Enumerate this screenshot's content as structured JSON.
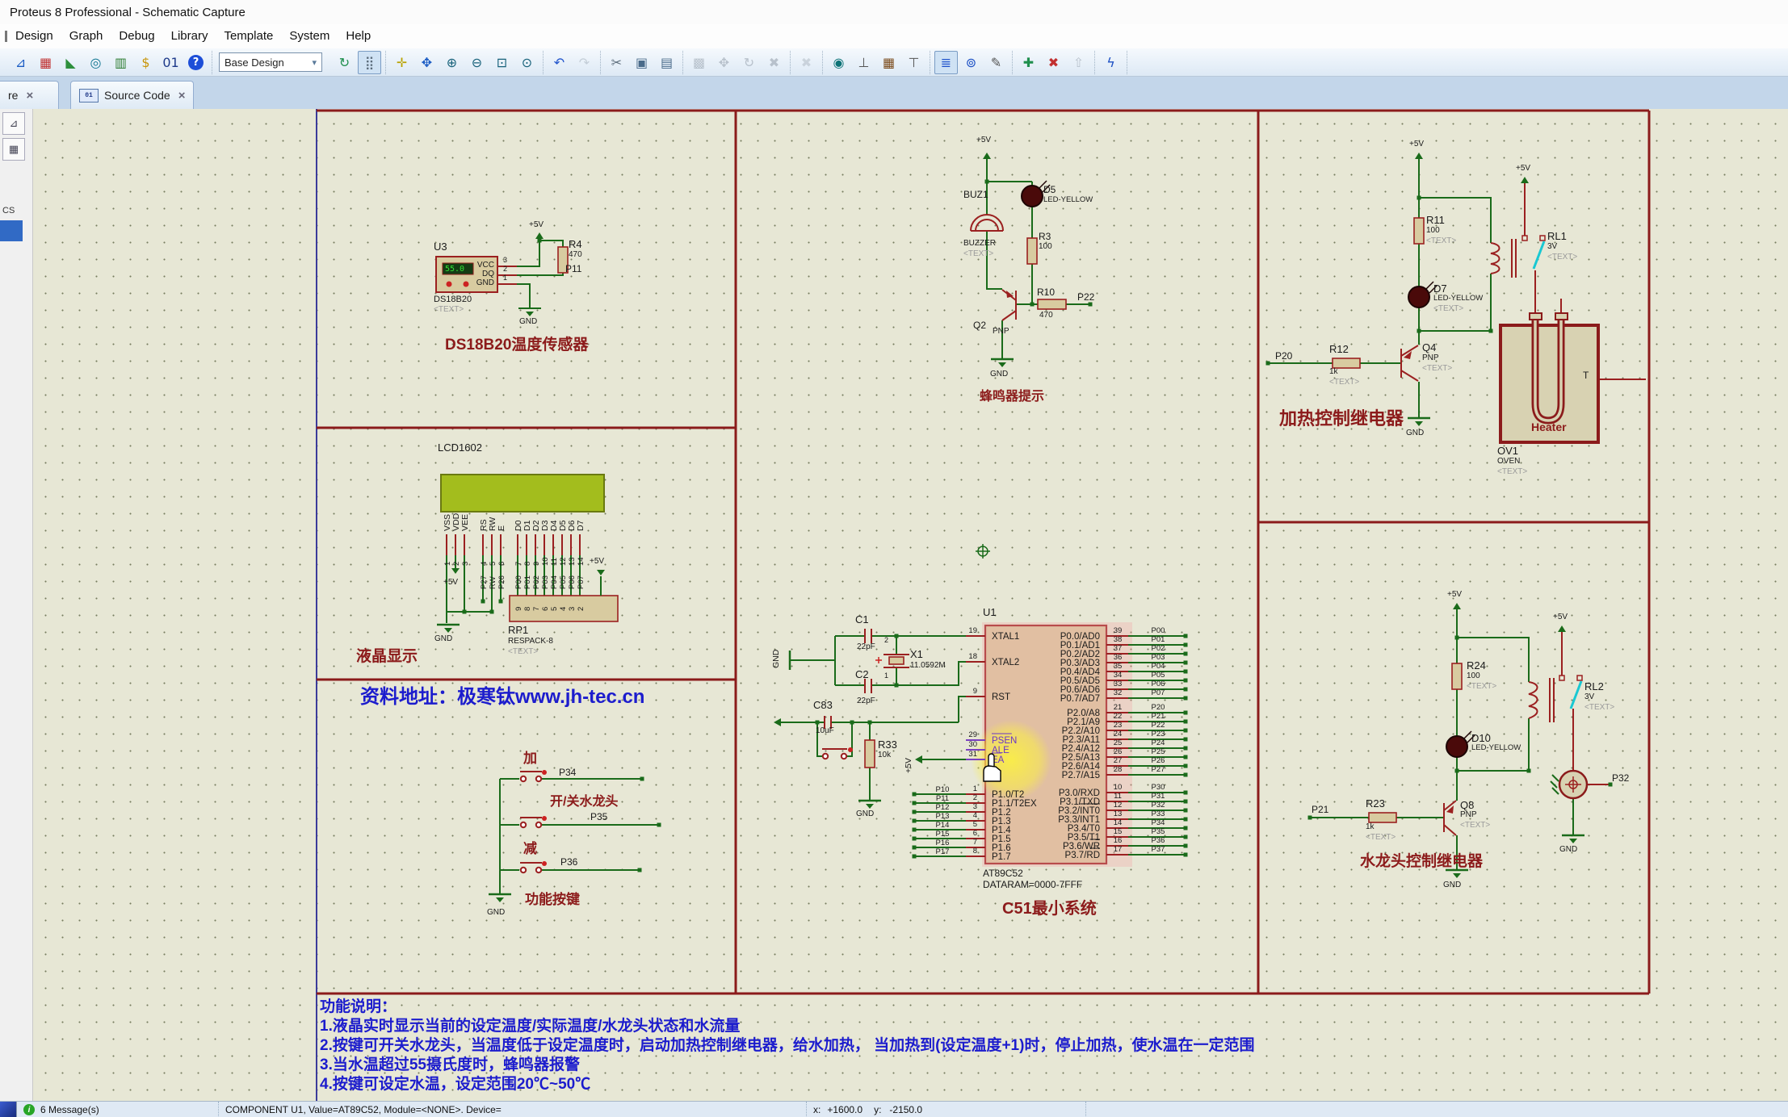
{
  "window": {
    "title": "Proteus 8 Professional - Schematic Capture"
  },
  "menu": {
    "items": [
      "Design",
      "Graph",
      "Debug",
      "Library",
      "Template",
      "System",
      "Help"
    ]
  },
  "toolbar": {
    "combo_value": "Base Design",
    "groups": [
      [
        {
          "n": "schematic-capture-icon",
          "g": "⊿",
          "c": "#1b5cc4"
        },
        {
          "n": "pcb-layout-icon",
          "g": "▦",
          "c": "#c03232"
        },
        {
          "n": "3d-visualizer-icon",
          "g": "◣",
          "c": "#2d8f3c"
        },
        {
          "n": "gerber-viewer-icon",
          "g": "◎",
          "c": "#0e7490"
        },
        {
          "n": "design-explorer-icon",
          "g": "▥",
          "c": "#2e7d32"
        },
        {
          "n": "bom-icon",
          "g": "$",
          "c": "#c8950a"
        },
        {
          "n": "source-code-icon",
          "g": "01",
          "c": "#1e3a8a"
        },
        {
          "n": "help-icon",
          "g": "?",
          "c": "#ffffff",
          "help": true
        }
      ],
      [
        {
          "n": "refresh-icon",
          "g": "↻",
          "c": "#1f8f4d"
        },
        {
          "n": "grid-toggle-icon",
          "g": "⣿",
          "c": "#5a6b7a",
          "p": true
        }
      ],
      [
        {
          "n": "origin-icon",
          "g": "✛",
          "c": "#b8a100"
        },
        {
          "n": "pan-icon",
          "g": "✥",
          "c": "#1b5cc4"
        },
        {
          "n": "zoom-in-icon",
          "g": "⊕",
          "c": "#17617a"
        },
        {
          "n": "zoom-out-icon",
          "g": "⊖",
          "c": "#17617a"
        },
        {
          "n": "zoom-area-icon",
          "g": "⊡",
          "c": "#17617a"
        },
        {
          "n": "zoom-sheet-icon",
          "g": "⊙",
          "c": "#17617a"
        }
      ],
      [
        {
          "n": "undo-icon",
          "g": "↶",
          "c": "#2255cc"
        },
        {
          "n": "redo-icon",
          "g": "↷",
          "c": "#8a97a5",
          "x": true
        }
      ],
      [
        {
          "n": "cut-icon",
          "g": "✂",
          "c": "#5a6b7a"
        },
        {
          "n": "copy-icon",
          "g": "▣",
          "c": "#4a6b8a"
        },
        {
          "n": "paste-icon",
          "g": "▤",
          "c": "#4a6b8a"
        }
      ],
      [
        {
          "n": "block-copy-icon",
          "g": "▩",
          "c": "#6a7684",
          "x": true
        },
        {
          "n": "block-move-icon",
          "g": "✥",
          "c": "#6a7684",
          "x": true
        },
        {
          "n": "block-rotate-icon",
          "g": "↻",
          "c": "#6a7684",
          "x": true
        },
        {
          "n": "block-delete-icon",
          "g": "✖",
          "c": "#6a7684",
          "x": true
        }
      ],
      [
        {
          "n": "disabled-icon",
          "g": "✖",
          "c": "#9aa4ae",
          "x": true
        }
      ],
      [
        {
          "n": "zoom-select-icon",
          "g": "◉",
          "c": "#0d7377"
        },
        {
          "n": "terminal-tool-icon",
          "g": "⊥",
          "c": "#555555"
        },
        {
          "n": "mesh-tool-icon",
          "g": "▦",
          "c": "#7a4a1a"
        },
        {
          "n": "hammer-tool-icon",
          "g": "⊤",
          "c": "#555555"
        }
      ],
      [
        {
          "n": "wire-autoroute-icon",
          "g": "≣",
          "c": "#2255cc",
          "p": true
        },
        {
          "n": "search-icon",
          "g": "⊚",
          "c": "#1b4fc4"
        },
        {
          "n": "property-tool-icon",
          "g": "✎",
          "c": "#555555"
        }
      ],
      [
        {
          "n": "new-sheet-icon",
          "g": "✚",
          "c": "#1f8f4d"
        },
        {
          "n": "remove-sheet-icon",
          "g": "✖",
          "c": "#c23030"
        },
        {
          "n": "goto-parent-icon",
          "g": "⇧",
          "c": "#6a7684",
          "x": true
        }
      ],
      [
        {
          "n": "erc-icon",
          "g": "ϟ",
          "c": "#1b4fc4"
        }
      ]
    ]
  },
  "tabs": {
    "partial_label": "re",
    "source_label": "Source Code",
    "close_glyph": "×",
    "code_icon": "01"
  },
  "sidepanel": {
    "cs": "CS",
    "buttons": [
      {
        "n": "selector-mode-icon",
        "g": "⊿"
      },
      {
        "n": "component-mode-icon",
        "g": "▦"
      }
    ]
  },
  "status": {
    "info_glyph": "i",
    "messages": "6 Message(s)",
    "component": "COMPONENT U1, Value=AT89C52, Module=<NONE>. Device=",
    "x_label": "x:",
    "x_value": "+1600.0",
    "y_label": "y:",
    "y_value": "-2150.0"
  },
  "sch": {
    "p5v": "+5V",
    "gnd": "GND",
    "titles": {
      "t1": "DS18B20温度传感器",
      "t2": "液晶显示",
      "t3": "功能按键",
      "t4": "蜂鸣器提示",
      "t5": "C51最小系统",
      "t6": "加热控制继电器",
      "t7": "水龙头控制继电器",
      "watermark": "资料地址：极寒钛www.jh-tec.cn"
    },
    "notes": {
      "h": "功能说明：",
      "l1": "1.液晶实时显示当前的设定温度/实际温度/水龙头状态和水流量",
      "l2": "2.按键可开关水龙头，当温度低于设定温度时，启动加热控制继电器，给水加热， 当加热到(设定温度+1)时，停止加热，使水温在一定范围",
      "l3": "3.当水温超过55摄氏度时，蜂鸣器报警",
      "l4": "4.按键可设定水温，设定范围20℃~50℃"
    },
    "ds": {
      "ref": "U3",
      "display": "55.0",
      "part": "DS18B20",
      "text": "<TEXT>",
      "pins": [
        "VCC",
        "DQ",
        "GND"
      ],
      "nums": [
        "3",
        "2",
        "1"
      ],
      "r4_ref": "R4",
      "r4_val": "470",
      "net": "P11"
    },
    "lcd": {
      "ref": "LCD1602",
      "text": "<TEXT>",
      "rp1_ref": "RP1",
      "rp1_part": "RESPACK-8",
      "pins": [
        {
          "name": "VSS",
          "num": "1",
          "net": ""
        },
        {
          "name": "VDD",
          "num": "2",
          "net": ""
        },
        {
          "name": "VEE",
          "num": "3",
          "net": ""
        },
        {
          "name": "RS",
          "num": "4",
          "net": "P27"
        },
        {
          "name": "RW",
          "num": "5",
          "net": "RW"
        },
        {
          "name": "E",
          "num": "6",
          "net": "P26"
        },
        {
          "name": "D0",
          "num": "7",
          "net": "P00"
        },
        {
          "name": "D1",
          "num": "8",
          "net": "P01"
        },
        {
          "name": "D2",
          "num": "9",
          "net": "P02"
        },
        {
          "name": "D3",
          "num": "10",
          "net": "P03"
        },
        {
          "name": "D4",
          "num": "11",
          "net": "P04"
        },
        {
          "name": "D5",
          "num": "12",
          "net": "P05"
        },
        {
          "name": "D6",
          "num": "13",
          "net": "P06"
        },
        {
          "name": "D7",
          "num": "14",
          "net": "P07"
        }
      ],
      "rp1_nums": [
        "9",
        "8",
        "7",
        "6",
        "5",
        "4",
        "3",
        "2"
      ]
    },
    "keys": {
      "k1": "加",
      "k2": "开/关水龙头",
      "k3": "减",
      "n1": "P34",
      "n2": "P35",
      "n3": "P36"
    },
    "buz": {
      "ref": "BUZ1",
      "part": "BUZZER",
      "text": "<TEXT>",
      "d_ref": "D5",
      "d_part": "LED-YELLOW",
      "r3_ref": "R3",
      "r3_val": "100",
      "r10_ref": "R10",
      "r10_val": "470",
      "q_ref": "Q2",
      "q_part": "PNP",
      "net": "P22"
    },
    "u1": {
      "ref": "U1",
      "part": "AT89C52",
      "note": "DATARAM=0000-7FFF",
      "ctrl": [
        {
          "num": "19",
          "name": "XTAL1"
        },
        {
          "num": "18",
          "name": "XTAL2"
        },
        {
          "num": "9",
          "name": "RST"
        },
        {
          "num": "29",
          "name": "PSEN",
          "bar": "PSEN"
        },
        {
          "num": "30",
          "name": "ALE"
        },
        {
          "num": "31",
          "name": "EA",
          "bar": "EA"
        }
      ],
      "p1": [
        {
          "num": "1",
          "name": "P1.0/T2",
          "net": "P10"
        },
        {
          "num": "2",
          "name": "P1.1/T2EX",
          "net": "P11"
        },
        {
          "num": "3",
          "name": "P1.2",
          "net": "P12"
        },
        {
          "num": "4",
          "name": "P1.3",
          "net": "P13"
        },
        {
          "num": "5",
          "name": "P1.4",
          "net": "P14"
        },
        {
          "num": "6",
          "name": "P1.5",
          "net": "P15"
        },
        {
          "num": "7",
          "name": "P1.6",
          "net": "P16"
        },
        {
          "num": "8",
          "name": "P1.7",
          "net": "P17"
        }
      ],
      "right": [
        {
          "num": "39",
          "name": "P0.0/AD0",
          "net": "P00"
        },
        {
          "num": "38",
          "name": "P0.1/AD1",
          "net": "P01"
        },
        {
          "num": "37",
          "name": "P0.2/AD2",
          "net": "P02"
        },
        {
          "num": "36",
          "name": "P0.3/AD3",
          "net": "P03"
        },
        {
          "num": "35",
          "name": "P0.4/AD4",
          "net": "P04"
        },
        {
          "num": "34",
          "name": "P0.5/AD5",
          "net": "P05"
        },
        {
          "num": "33",
          "name": "P0.6/AD6",
          "net": "P06"
        },
        {
          "num": "32",
          "name": "P0.7/AD7",
          "net": "P07"
        },
        {
          "num": "21",
          "name": "P2.0/A8",
          "net": "P20"
        },
        {
          "num": "22",
          "name": "P2.1/A9",
          "net": "P21"
        },
        {
          "num": "23",
          "name": "P2.2/A10",
          "net": "P22"
        },
        {
          "num": "24",
          "name": "P2.3/A11",
          "net": "P23"
        },
        {
          "num": "25",
          "name": "P2.4/A12",
          "net": "P24"
        },
        {
          "num": "26",
          "name": "P2.5/A13",
          "net": "P25"
        },
        {
          "num": "27",
          "name": "P2.6/A14",
          "net": "P26"
        },
        {
          "num": "28",
          "name": "P2.7/A15",
          "net": "P27"
        },
        {
          "num": "10",
          "name": "P3.0/RXD",
          "net": "P30"
        },
        {
          "num": "11",
          "name": "P3.1/TXD",
          "net": "P31"
        },
        {
          "num": "12",
          "name": "P3.2/INT0",
          "net": "P32",
          "bar": "INT0"
        },
        {
          "num": "13",
          "name": "P3.3/INT1",
          "net": "P33"
        },
        {
          "num": "14",
          "name": "P3.4/T0",
          "net": "P34"
        },
        {
          "num": "15",
          "name": "P3.5/T1",
          "net": "P35"
        },
        {
          "num": "16",
          "name": "P3.6/WR",
          "net": "P36",
          "bar": "WR"
        },
        {
          "num": "17",
          "name": "P3.7/RD",
          "net": "P37",
          "bar": "RD"
        }
      ]
    },
    "osc": {
      "c1": "C1",
      "c1v": "22pF",
      "c2": "C2",
      "c2v": "22pF",
      "x1": "X1",
      "x1v": "11.0592M",
      "pa": "2",
      "pb": "1",
      "c83": "C83",
      "c83v": "10uF",
      "r33": "R33",
      "r33v": "10k"
    },
    "heat": {
      "r11": "R11",
      "r11v": "100",
      "d7": "D7",
      "dpart": "LED-YELLOW",
      "q4": "Q4",
      "qpart": "PNP",
      "r12": "R12",
      "r12v": "1k",
      "rl1": "RL1",
      "rl1v": "3V",
      "ov": "OV1",
      "ovpart": "OVEN",
      "heater": "Heater",
      "t": "T",
      "net": "P20",
      "text": "<TEXT>"
    },
    "wat": {
      "r24": "R24",
      "r24v": "100",
      "d10": "D10",
      "dpart": "LED-YELLOW",
      "q8": "Q8",
      "qpart": "PNP",
      "r23": "R23",
      "r23v": "1k",
      "rl2": "RL2",
      "rl2v": "3V",
      "net_in": "P21",
      "net_out": "P32",
      "text": "<TEXT>"
    }
  }
}
